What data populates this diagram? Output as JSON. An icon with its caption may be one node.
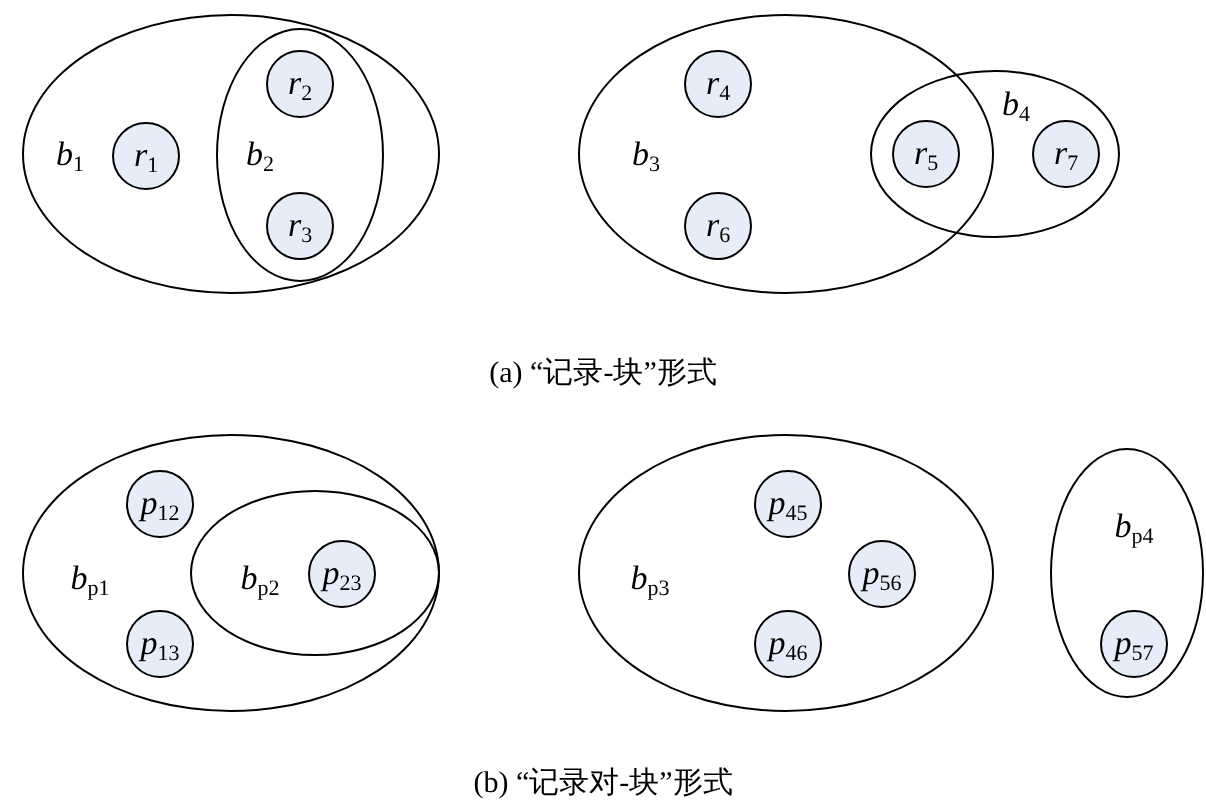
{
  "diagram": {
    "nodes": [
      {
        "text": [
          "*b*$_{1}$"
        ]
      },
      {
        "text": [
          "*r*$_{1}$"
        ],
        "in": 0
      },
      {
        "text": [
          "*b*$_{2}$"
        ],
        "in": 0
      },
      {
        "text": [
          "*r*$_{2}$"
        ],
        "in": 2
      },
      {
        "text": [
          "*r*$_{3}$"
        ],
        "in": 2
      },
      {
        "text": [
          "*b*$_{3}$"
        ]
      },
      {
        "text": [
          "*r*$_{4}$"
        ],
        "in": 5
      },
      {
        "text": [
          "*r*$_{6}$"
        ],
        "in": 5
      },
      {
        "text": [
          "*b*$_{4}$"
        ]
      },
      {
        "text": [
          "*r*$_{5}$"
        ]
      },
      {
        "text": [
          "*r*$_{7}$"
        ],
        "in": 8
      },
      {
        "text": [
          "*b*$_{p1}$"
        ]
      },
      {
        "text": [
          "*p*$_{12}$"
        ],
        "in": 11
      },
      {
        "text": [
          "*p*$_{13}$"
        ],
        "in": 11
      },
      {
        "text": [
          "*b*$_{p2}$"
        ],
        "in": 11
      },
      {
        "text": [
          "*p*$_{23}$"
        ],
        "in": 14
      },
      {
        "text": [
          "*b*$_{p3}$"
        ]
      },
      {
        "text": [
          "*p*$_{45}$"
        ],
        "in": 16
      },
      {
        "text": [
          "*p*$_{46}$"
        ],
        "in": 16
      },
      {
        "text": [
          "*p*$_{56}$"
        ],
        "in": 16
      },
      {
        "text": [
          "*b*$_{p4}$"
        ]
      },
      {
        "text": [
          "*p*$_{57}$"
        ],
        "in": 20
      }
    ],
    "edges": [],
    "labels": [
      "(a) “记录-块”形式",
      "(b) “记录对-块”形式"
    ]
  }
}
